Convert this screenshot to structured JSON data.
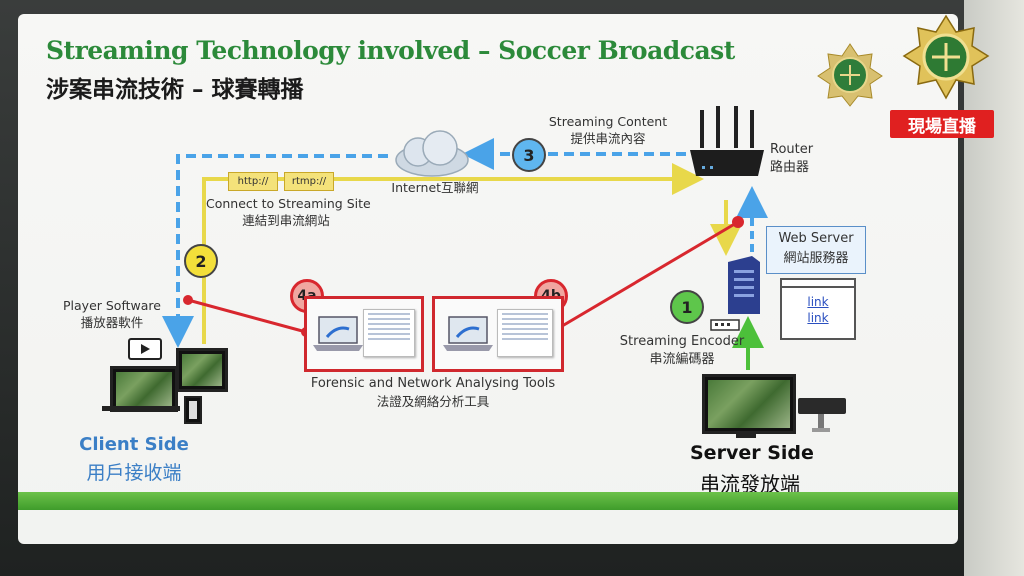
{
  "slide": {
    "title_en": "Streaming Technology involved – Soccer Broadcast",
    "title_zh": "涉案串流技術 – 球賽轉播"
  },
  "labels": {
    "streaming_content_en": "Streaming Content",
    "streaming_content_zh": "提供串流內容",
    "router_en": "Router",
    "router_zh": "路由器",
    "internet": "Internet互聯網",
    "connect_en": "Connect to Streaming Site",
    "connect_zh": "連結到串流網站",
    "player_en": "Player Software",
    "player_zh": "播放器軟件",
    "web_server_en": "Web Server",
    "web_server_zh": "網站服務器",
    "encoder_en": "Streaming Encoder",
    "encoder_zh": "串流編碼器",
    "tools_en": "Forensic and Network Analysing Tools",
    "tools_zh": "法證及網絡分析工具",
    "client_en": "Client Side",
    "client_zh": "用戶接收端",
    "server_en": "Server Side",
    "server_zh": "串流發放端"
  },
  "tags": {
    "http": "http://",
    "rtmp": "rtmp://"
  },
  "steps": {
    "s1": "1",
    "s2": "2",
    "s3": "3",
    "s4a": "4a",
    "s4b": "4b"
  },
  "web_page_links": [
    "link",
    "link"
  ],
  "live_badge": "現場直播",
  "colors": {
    "title_green": "#2c8a3a",
    "yellow_arrow": "#e8d84a",
    "blue_arrow": "#4aa3e8",
    "red_line": "#d8272e",
    "green_arrow": "#4cc03a"
  }
}
